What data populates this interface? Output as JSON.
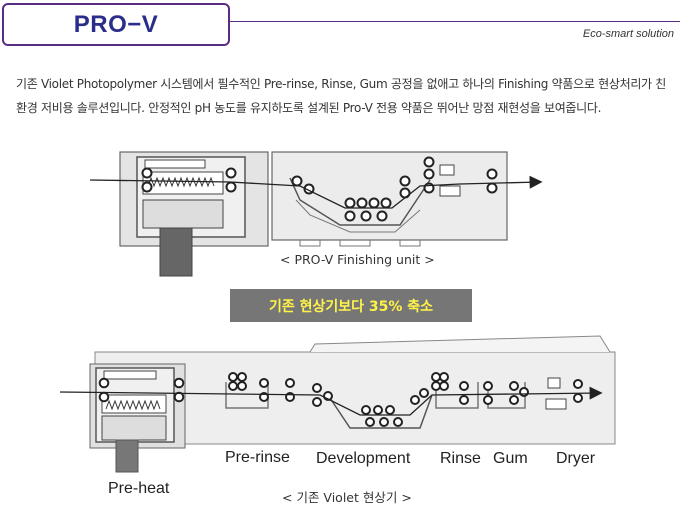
{
  "header": {
    "title": "PRO−V",
    "tagline": "Eco-smart solution"
  },
  "intro": {
    "text": "기존 Violet Photopolymer 시스템에서 필수적인 Pre-rinse, Rinse, Gum 공정을 없애고 하나의 Finishing 약품으로 현상처리가 친환경 저비용 솔루션입니다. 안정적인 pH 농도를 유지하도록 설계된 Pro-V 전용 약품은 뛰어난 망점 재현성을 보여줍니다."
  },
  "top_diagram": {
    "caption": "< PRO-V Finishing unit >"
  },
  "banner": {
    "text": "기존 현상기보다 35% 축소"
  },
  "bottom_diagram": {
    "caption": "< 기존 Violet 현상기 >",
    "labels": {
      "preheat": "Pre-heat",
      "prerinse": "Pre-rinse",
      "development": "Development",
      "rinse": "Rinse",
      "gum": "Gum",
      "dryer": "Dryer"
    }
  },
  "colors": {
    "title_border": "#5a2d82",
    "title_text": "#2a2e8a",
    "banner_bg": "#767676",
    "banner_text": "#fff34a"
  }
}
